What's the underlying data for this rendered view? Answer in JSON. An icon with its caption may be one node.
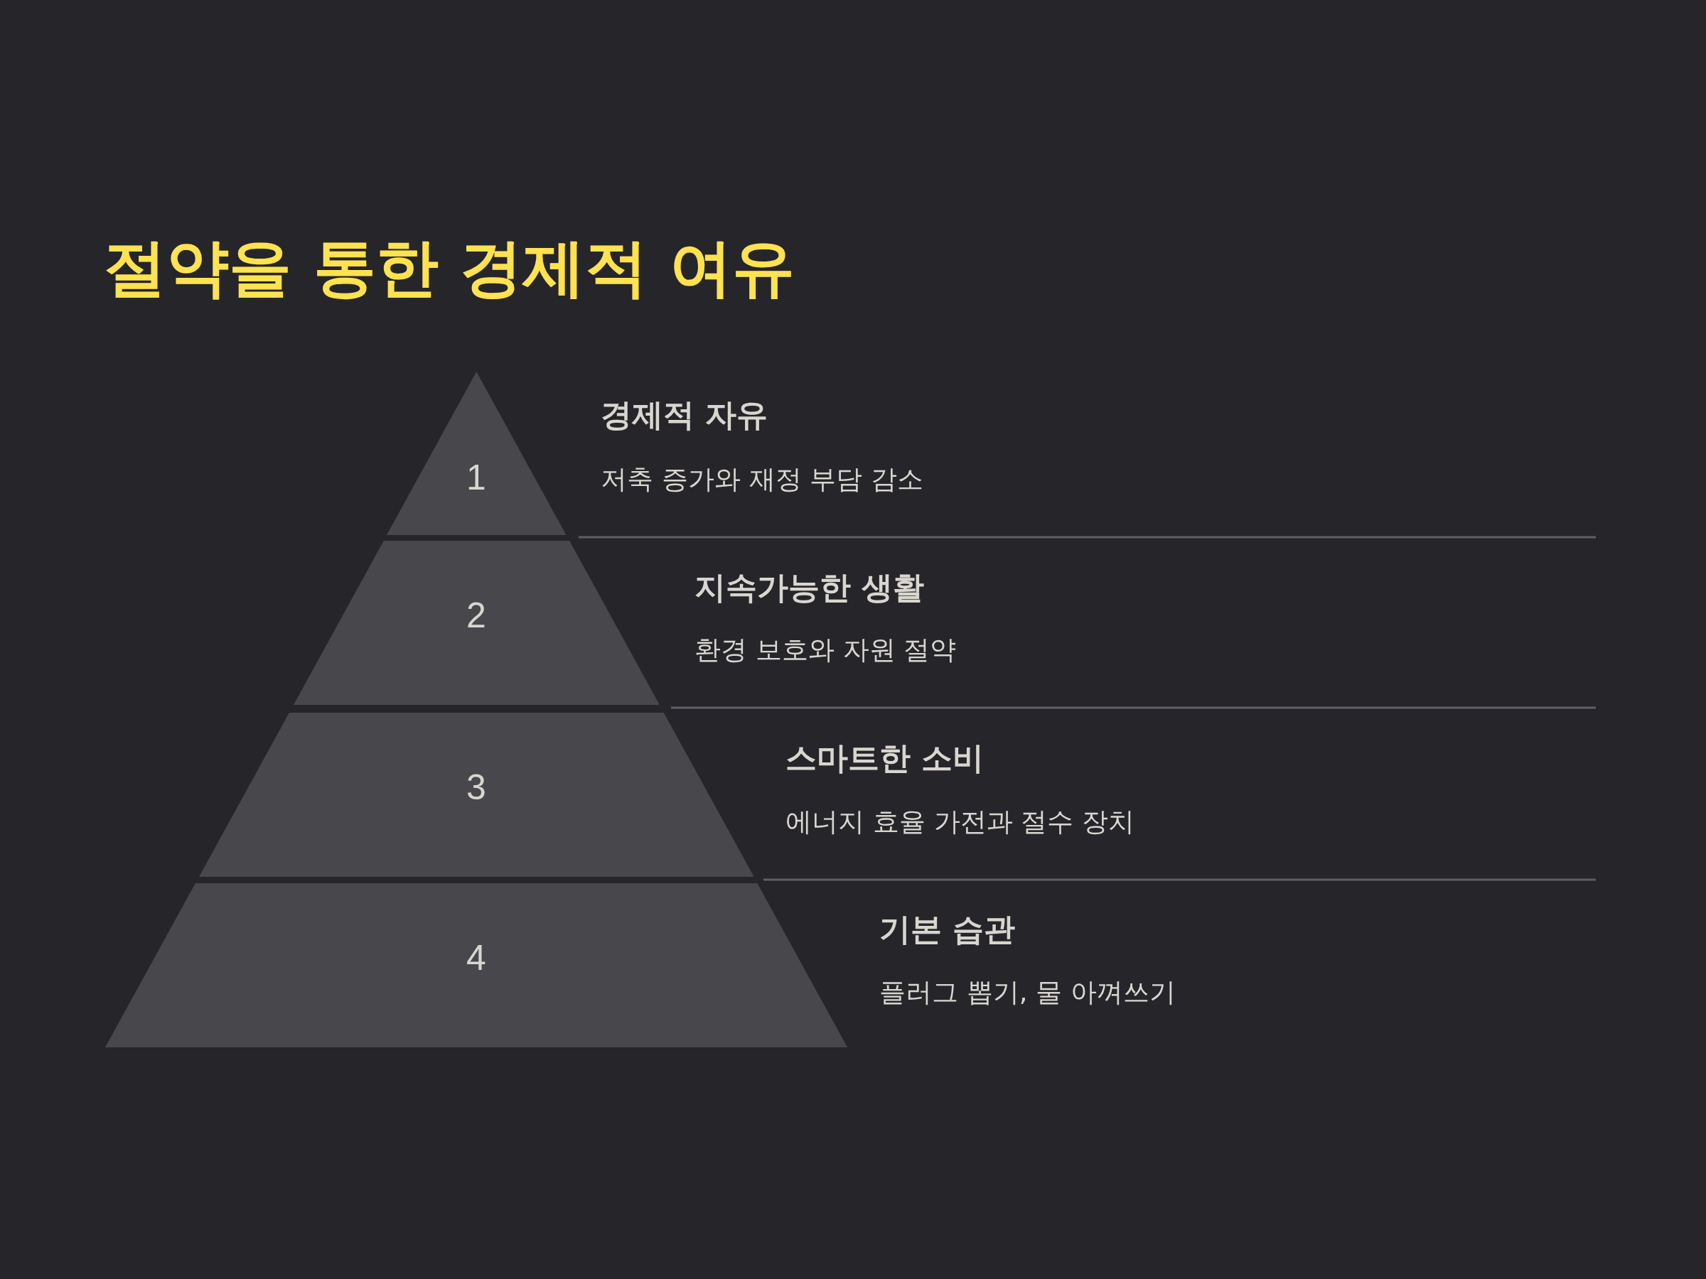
{
  "diagram": {
    "title": "절약을 통한 경제적 여유",
    "nodes": [
      {
        "text": [
          "1"
        ],
        "beside": [
          "경제적 자유",
          "저축 증가와 재정 부담 감소"
        ]
      },
      {
        "text": [
          "2"
        ],
        "beside": [
          "지속가능한 생활",
          "환경 보호와 자원 절약"
        ]
      },
      {
        "text": [
          "3"
        ],
        "beside": [
          "스마트한 소비",
          "에너지 효율 가전과 절수 장치"
        ]
      },
      {
        "text": [
          "4"
        ],
        "beside": [
          "기본 습관",
          "플러그 뽑기, 물 아껴쓰기"
        ]
      }
    ]
  }
}
